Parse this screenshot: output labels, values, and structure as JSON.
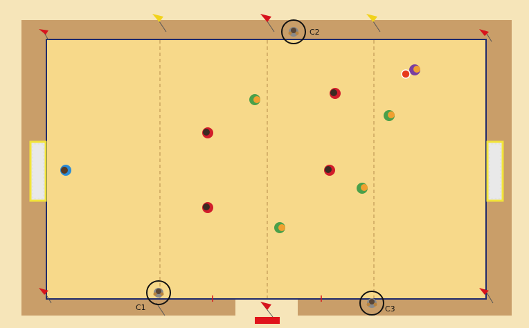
{
  "labels": {
    "c1": "C1",
    "c2": "C2",
    "c3": "C3"
  },
  "colors": {
    "outer_background": "#f6e5b9",
    "surround": "#c99e69",
    "court": "#f7d98a",
    "boundary_line": "#1f2a6b",
    "divider_line": "#b58a4a",
    "goal_frame": "#f2e43a",
    "goal_net": "#e9e9e9",
    "flag_red": "#d7131d",
    "flag_yellow": "#f1d21b",
    "table_marker": "#e0141b",
    "camera_ring": "#111111"
  },
  "players": [
    {
      "id": "goalkeeper-left",
      "team": "blue-brown"
    },
    {
      "id": "green-1",
      "team": "green-orange"
    },
    {
      "id": "green-2",
      "team": "green-orange"
    },
    {
      "id": "green-3",
      "team": "green-orange"
    },
    {
      "id": "green-4",
      "team": "green-orange"
    },
    {
      "id": "red-1",
      "team": "red-black"
    },
    {
      "id": "red-2",
      "team": "red-black"
    },
    {
      "id": "red-3",
      "team": "red-black"
    },
    {
      "id": "red-4",
      "team": "red-black"
    },
    {
      "id": "purple-1",
      "team": "purple-orange"
    }
  ],
  "cameras": [
    "camera-c1",
    "camera-c2",
    "camera-c3"
  ],
  "ball": {
    "color": "#e73a1c"
  }
}
